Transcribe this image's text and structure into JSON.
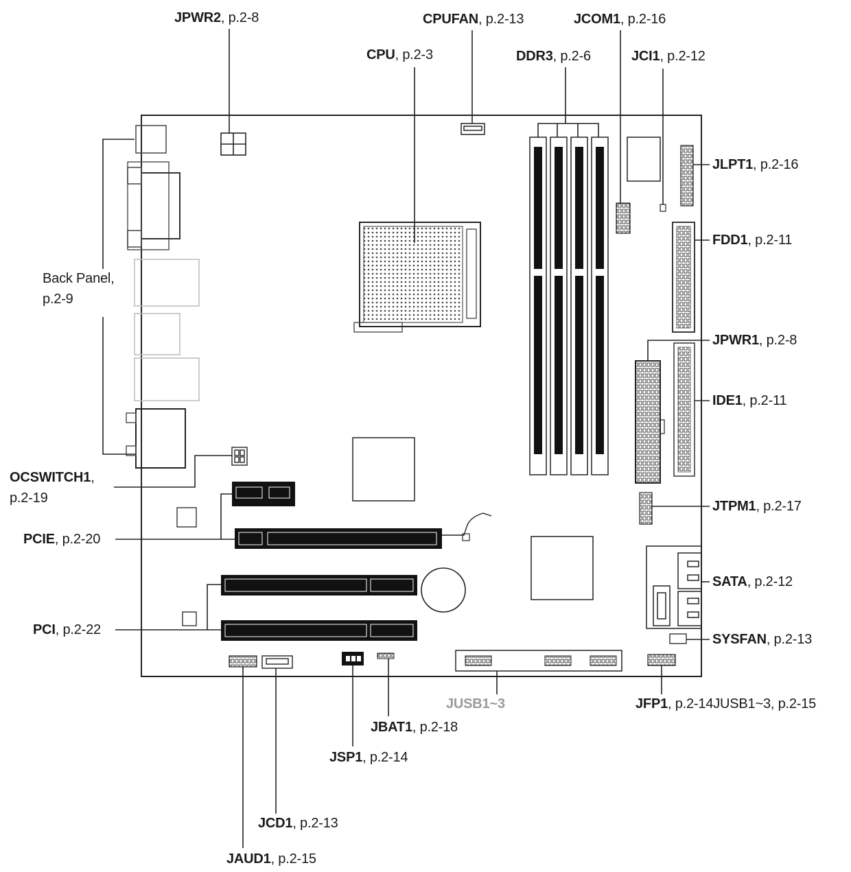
{
  "labels": {
    "jpwr2": {
      "name": "JPWR2",
      "page": ", p.2-8"
    },
    "cpufan": {
      "name": "CPUFAN",
      "page": ", p.2-13"
    },
    "jcom1": {
      "name": "JCOM1",
      "page": ", p.2-16"
    },
    "cpu": {
      "name": "CPU",
      "page": ", p.2-3"
    },
    "ddr3": {
      "name": "DDR3",
      "page": ", p.2-6"
    },
    "jci1": {
      "name": "JCI1",
      "page": ", p.2-12"
    },
    "jlpt1": {
      "name": "JLPT1",
      "page": ", p.2-16"
    },
    "fdd1": {
      "name": "FDD1",
      "page": ", p.2-11"
    },
    "backpanel": {
      "name": "Back Panel",
      "page": ",",
      "page2": "p.2-9"
    },
    "jpwr1": {
      "name": "JPWR1",
      "page": ", p.2-8"
    },
    "ide1": {
      "name": "IDE1",
      "page": ", p.2-11"
    },
    "ocswitch1": {
      "name": "OCSWITCH1",
      "page": ",",
      "page2": "p.2-19"
    },
    "jtpm1": {
      "name": "JTPM1",
      "page": ", p.2-17"
    },
    "pcie": {
      "name": "PCIE",
      "page": ", p.2-20"
    },
    "sata": {
      "name": "SATA",
      "page": ", p.2-12"
    },
    "pci": {
      "name": "PCI",
      "page": ", p.2-22"
    },
    "sysfan": {
      "name": "SYSFAN",
      "page": ", p.2-13"
    },
    "jusb": {
      "name": "JUSB1~3"
    },
    "jfp1": {
      "name": "JFP1",
      "page": ", p.2-14JUSB1~3, p.2-15"
    },
    "jbat1": {
      "name": "JBAT1",
      "page": ", p.2-18"
    },
    "jsp1": {
      "name": "JSP1",
      "page": ", p.2-14"
    },
    "jcd1": {
      "name": "JCD1",
      "page": ", p.2-13"
    },
    "jaud1": {
      "name": "JAUD1",
      "page": ", p.2-15"
    }
  }
}
